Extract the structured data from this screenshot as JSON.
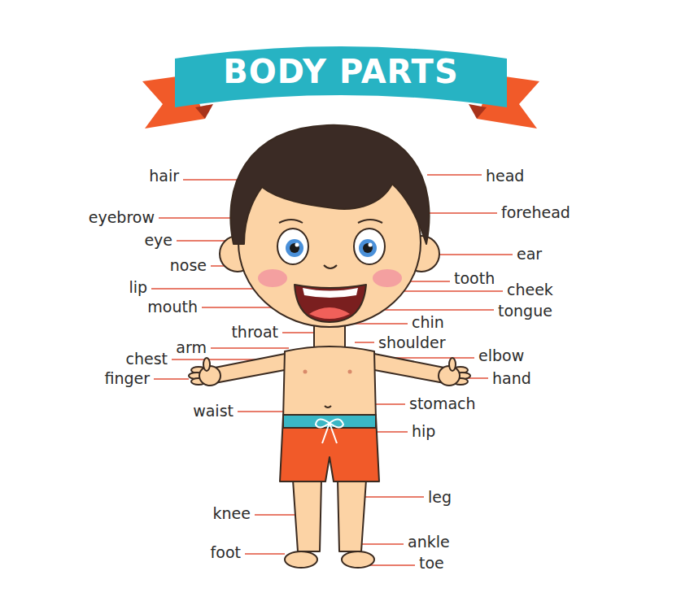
{
  "diagram": {
    "title": "BODY PARTS",
    "labels": [
      "hair",
      "head",
      "eyebrow",
      "forehead",
      "eye",
      "ear",
      "nose",
      "tooth",
      "lip",
      "cheek",
      "mouth",
      "tongue",
      "chin",
      "throat",
      "shoulder",
      "arm",
      "elbow",
      "chest",
      "hand",
      "finger",
      "stomach",
      "waist",
      "hip",
      "leg",
      "knee",
      "ankle",
      "foot",
      "toe"
    ]
  }
}
